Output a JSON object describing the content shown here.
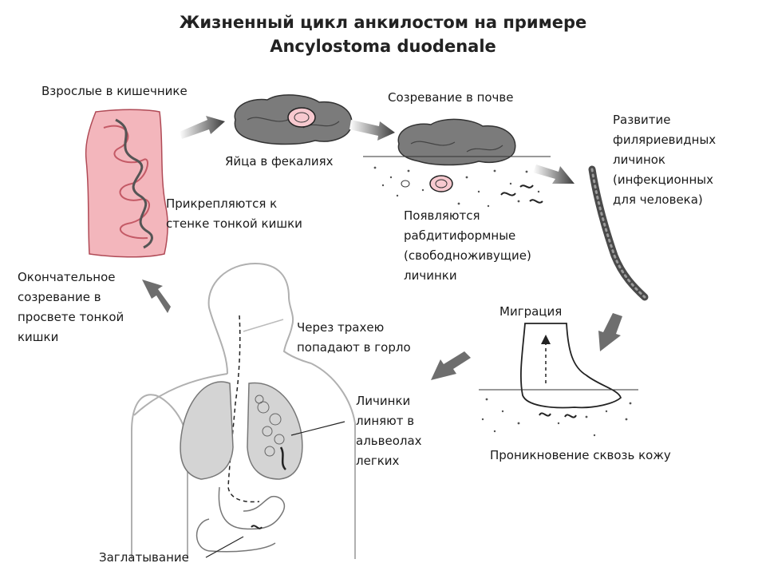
{
  "title": {
    "line1": "Жизненный цикл анкилостом на примере",
    "line2": "Ancylostoma duodenale"
  },
  "labels": {
    "adults": "Взрослые в кишечнике",
    "attach": "Прикрепляются к\nстенке тонкой кишки",
    "eggs": "Яйца в фекалиях",
    "maturation_soil": "Созревание в почве",
    "rhabditiform": "Появляются\nрабдитиформные\n(свободноживущие)\nличинки",
    "filariform": "Развитие\nфиляриевидных\nличинок\n(инфекционных\nдля человека)",
    "migration": "Миграция",
    "skin": "Проникновение сквозь кожу",
    "alveoli": "Личинки\nлиняют в\nальвеолах\nлегких",
    "trachea": "Через трахею\nпопадают в горло",
    "swallow": "Заглатывание",
    "final": "Окончательное\nсозревание в\nпросвете тонкой\nкишки"
  },
  "colors": {
    "intestine": "#f3b6bc",
    "intestine_stroke": "#b04a56",
    "feces": "#7b7b7b",
    "egg": "#f7c9cf",
    "arrow": "#8a8a8a",
    "worm": "#6b6b6b",
    "outline": "#b0b0b0"
  }
}
